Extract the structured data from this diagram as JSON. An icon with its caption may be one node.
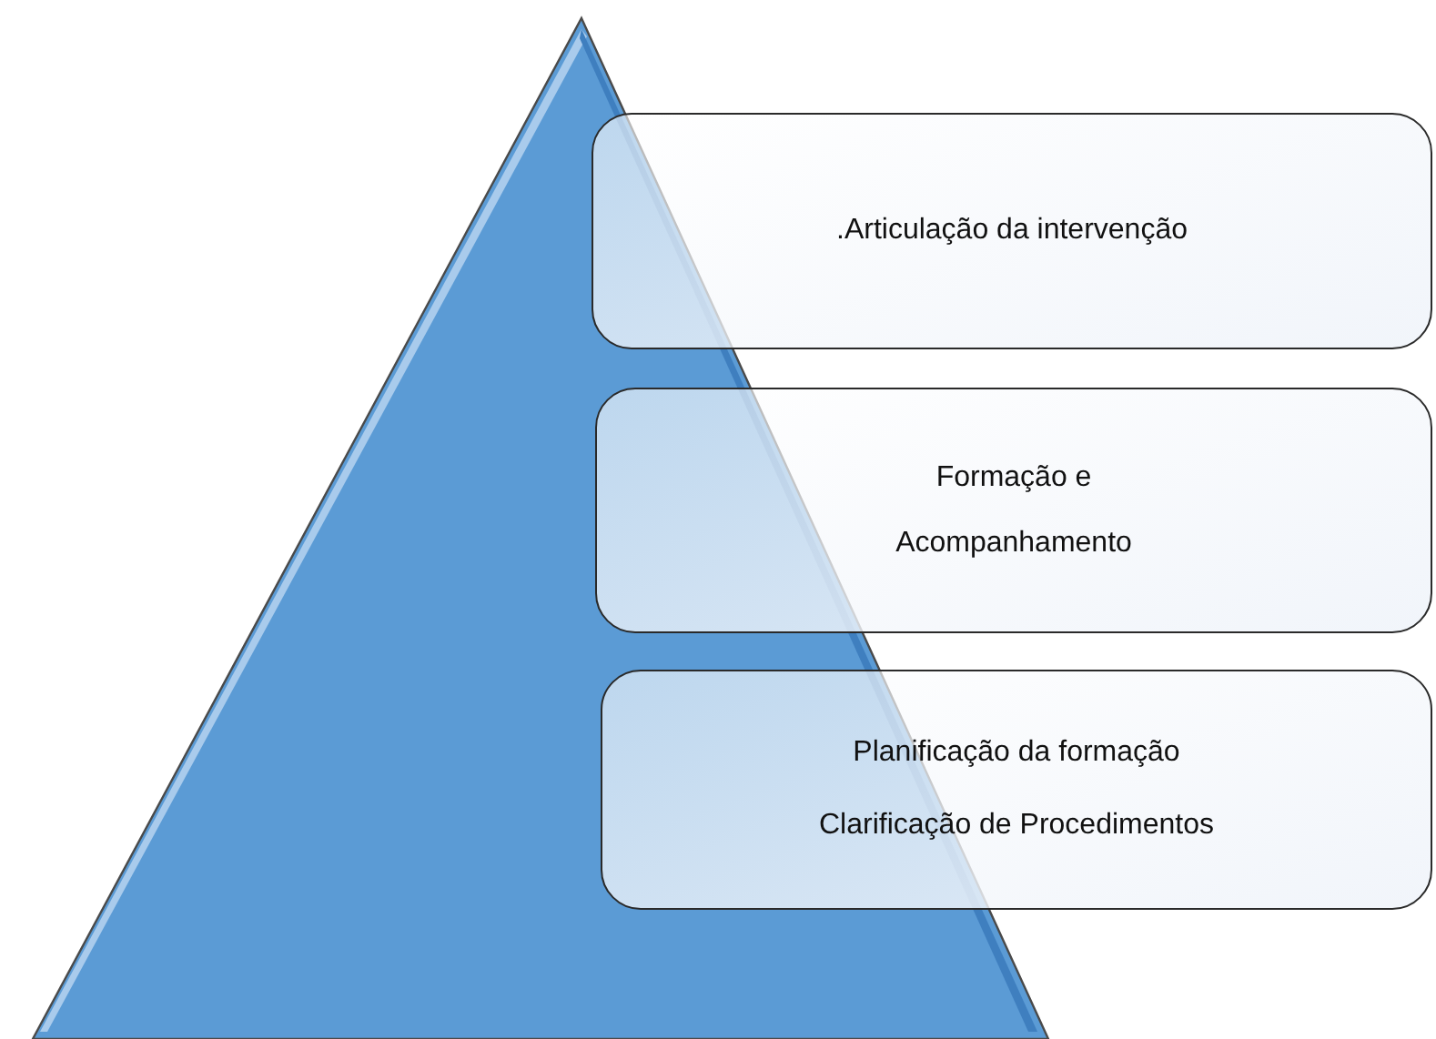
{
  "diagram": {
    "nodes": [
      {
        "text": [],
        "shape": "triangle"
      },
      {
        "text": [
          ".Articulação da intervenção"
        ]
      },
      {
        "text": [
          "Formação e Acompanhamento"
        ]
      },
      {
        "text": [
          "Planificação da formação",
          "Clarificação de Procedimentos"
        ]
      }
    ]
  }
}
